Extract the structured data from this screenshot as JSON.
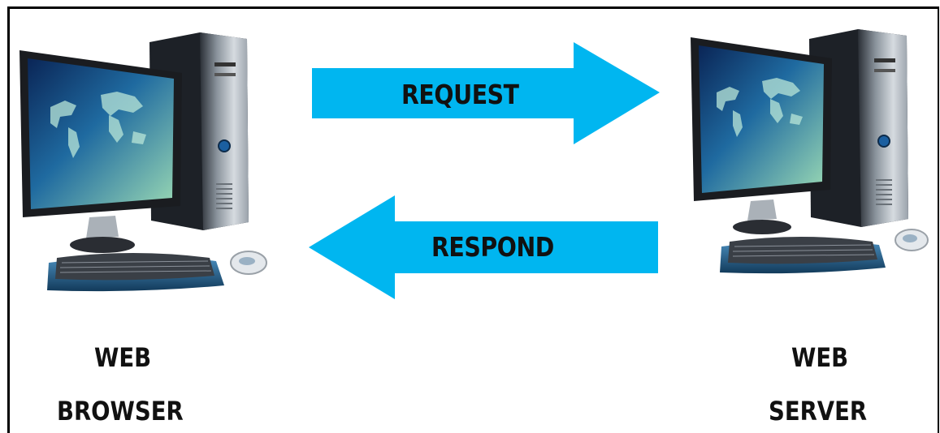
{
  "diagram": {
    "request_label": "REQUEST",
    "respond_label": "RESPOND",
    "client": {
      "line1": "WEB",
      "line2": "BROWSER",
      "icon": "desktop-computer-icon"
    },
    "server": {
      "line1": "WEB",
      "line2": "SERVER",
      "icon": "desktop-computer-icon"
    }
  },
  "colors": {
    "arrow": "#00b6f0",
    "screen_dark": "#0d2a5a",
    "screen_light": "#8ed3b4",
    "tower": "#b9c0c8",
    "keyboard_base": "#2c6f99"
  }
}
